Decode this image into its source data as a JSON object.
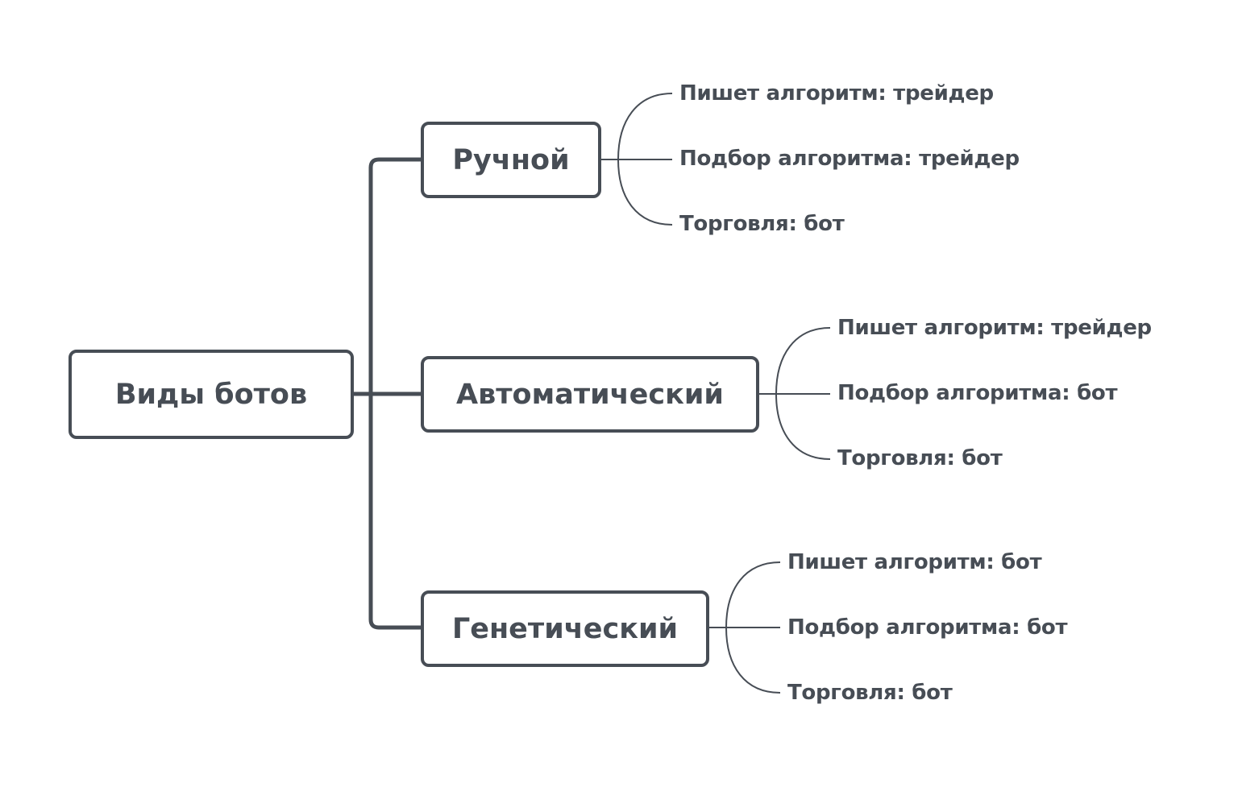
{
  "diagram": {
    "root": {
      "label": "Виды ботов"
    },
    "branches": [
      {
        "label": "Ручной",
        "leaves": [
          "Пишет алгоритм: трейдер",
          "Подбор алгоритма: трейдер",
          "Торговля: бот"
        ]
      },
      {
        "label": "Автоматический",
        "leaves": [
          "Пишет алгоритм: трейдер",
          "Подбор алгоритма: бот",
          "Торговля: бот"
        ]
      },
      {
        "label": "Генетический",
        "leaves": [
          "Пишет алгоритм: бот",
          "Подбор алгоритма: бот",
          "Торговля: бот"
        ]
      }
    ],
    "colors": {
      "stroke": "#474d55",
      "text": "#474d55",
      "background": "#ffffff"
    }
  }
}
